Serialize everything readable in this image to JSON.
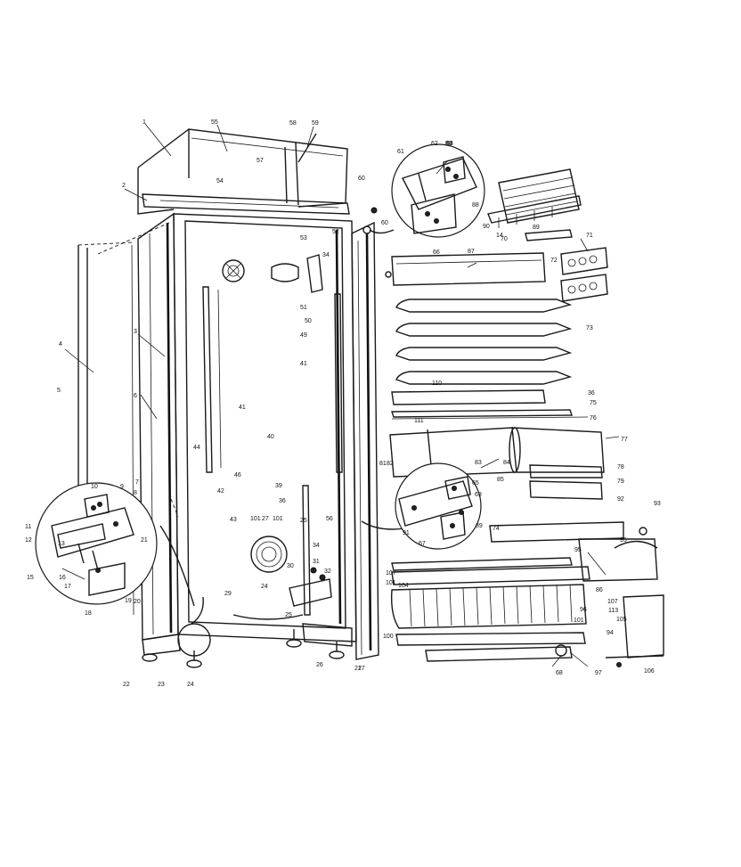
{
  "labels": [
    {
      "id": "p1",
      "t": "1"
    },
    {
      "id": "p2",
      "t": "2"
    },
    {
      "id": "p3",
      "t": "3"
    },
    {
      "id": "p4",
      "t": "4"
    },
    {
      "id": "p5",
      "t": "5"
    },
    {
      "id": "p6",
      "t": "6"
    },
    {
      "id": "p7",
      "t": "7"
    },
    {
      "id": "p8",
      "t": "8"
    },
    {
      "id": "p9",
      "t": "9"
    },
    {
      "id": "p10",
      "t": "10"
    },
    {
      "id": "p11",
      "t": "11"
    },
    {
      "id": "p12",
      "t": "12"
    },
    {
      "id": "p13",
      "t": "13"
    },
    {
      "id": "p14",
      "t": "14"
    },
    {
      "id": "p15",
      "t": "15"
    },
    {
      "id": "p16",
      "t": "16"
    },
    {
      "id": "p17",
      "t": "17"
    },
    {
      "id": "p18",
      "t": "18"
    },
    {
      "id": "p19",
      "t": "19"
    },
    {
      "id": "p20",
      "t": "20"
    },
    {
      "id": "p21a",
      "t": "21"
    },
    {
      "id": "p21b",
      "t": "21"
    },
    {
      "id": "p22",
      "t": "22"
    },
    {
      "id": "p23",
      "t": "23"
    },
    {
      "id": "p24a",
      "t": "24"
    },
    {
      "id": "p24b",
      "t": "24"
    },
    {
      "id": "p25a",
      "t": "25"
    },
    {
      "id": "p25b",
      "t": "25"
    },
    {
      "id": "p26",
      "t": "26"
    },
    {
      "id": "p27a",
      "t": "27"
    },
    {
      "id": "p27b",
      "t": "27"
    },
    {
      "id": "p29",
      "t": "29"
    },
    {
      "id": "p30",
      "t": "30"
    },
    {
      "id": "p31",
      "t": "31"
    },
    {
      "id": "p32",
      "t": "32"
    },
    {
      "id": "p34a",
      "t": "34"
    },
    {
      "id": "p34b",
      "t": "34"
    },
    {
      "id": "p36a",
      "t": "36"
    },
    {
      "id": "p36b",
      "t": "36"
    },
    {
      "id": "p39",
      "t": "39"
    },
    {
      "id": "p40",
      "t": "40"
    },
    {
      "id": "p41a",
      "t": "41"
    },
    {
      "id": "p41b",
      "t": "41"
    },
    {
      "id": "p42",
      "t": "42"
    },
    {
      "id": "p43",
      "t": "43"
    },
    {
      "id": "p44",
      "t": "44"
    },
    {
      "id": "p46",
      "t": "46"
    },
    {
      "id": "p49",
      "t": "49"
    },
    {
      "id": "p50",
      "t": "50"
    },
    {
      "id": "p51",
      "t": "51"
    },
    {
      "id": "p52",
      "t": "52"
    },
    {
      "id": "p53",
      "t": "53"
    },
    {
      "id": "p54",
      "t": "54"
    },
    {
      "id": "p55",
      "t": "55"
    },
    {
      "id": "p56",
      "t": "56"
    },
    {
      "id": "p57",
      "t": "57"
    },
    {
      "id": "p58",
      "t": "58"
    },
    {
      "id": "p59",
      "t": "59"
    },
    {
      "id": "p60a",
      "t": "60"
    },
    {
      "id": "p60b",
      "t": "60"
    },
    {
      "id": "p61",
      "t": "61"
    },
    {
      "id": "p62",
      "t": "62"
    },
    {
      "id": "p63",
      "t": "63"
    },
    {
      "id": "p65",
      "t": "65"
    },
    {
      "id": "p66",
      "t": "66"
    },
    {
      "id": "p67",
      "t": "67"
    },
    {
      "id": "p68",
      "t": "68"
    },
    {
      "id": "p69",
      "t": "69"
    },
    {
      "id": "p70",
      "t": "70"
    },
    {
      "id": "p71",
      "t": "71"
    },
    {
      "id": "p72",
      "t": "72"
    },
    {
      "id": "p73",
      "t": "73"
    },
    {
      "id": "p74",
      "t": "74"
    },
    {
      "id": "p75",
      "t": "75"
    },
    {
      "id": "p76",
      "t": "76"
    },
    {
      "id": "p77",
      "t": "77"
    },
    {
      "id": "p78",
      "t": "78"
    },
    {
      "id": "p79",
      "t": "79"
    },
    {
      "id": "p81",
      "t": "81"
    },
    {
      "id": "p82",
      "t": "82"
    },
    {
      "id": "p83a",
      "t": "83"
    },
    {
      "id": "p83b",
      "t": "83"
    },
    {
      "id": "p84",
      "t": "84"
    },
    {
      "id": "p85",
      "t": "85"
    },
    {
      "id": "p86",
      "t": "86"
    },
    {
      "id": "p87",
      "t": "87"
    },
    {
      "id": "p88",
      "t": "88"
    },
    {
      "id": "p89a",
      "t": "89"
    },
    {
      "id": "p89b",
      "t": "89"
    },
    {
      "id": "p90",
      "t": "90"
    },
    {
      "id": "p91",
      "t": "91"
    },
    {
      "id": "p92",
      "t": "92"
    },
    {
      "id": "p93",
      "t": "93"
    },
    {
      "id": "p94",
      "t": "94"
    },
    {
      "id": "p95a",
      "t": "95"
    },
    {
      "id": "p95b",
      "t": "95"
    },
    {
      "id": "p96",
      "t": "96"
    },
    {
      "id": "p97",
      "t": "97"
    },
    {
      "id": "p99",
      "t": "99"
    },
    {
      "id": "p100",
      "t": "100"
    },
    {
      "id": "p101a",
      "t": "101"
    },
    {
      "id": "p101b",
      "t": "101"
    },
    {
      "id": "p101c",
      "t": "101"
    },
    {
      "id": "p101d",
      "t": "101"
    },
    {
      "id": "p104",
      "t": "104"
    },
    {
      "id": "p105",
      "t": "105"
    },
    {
      "id": "p106",
      "t": "106"
    },
    {
      "id": "p107a",
      "t": "107"
    },
    {
      "id": "p107b",
      "t": "107"
    },
    {
      "id": "p110",
      "t": "110"
    },
    {
      "id": "p111",
      "t": "111"
    },
    {
      "id": "p113",
      "t": "113"
    }
  ]
}
